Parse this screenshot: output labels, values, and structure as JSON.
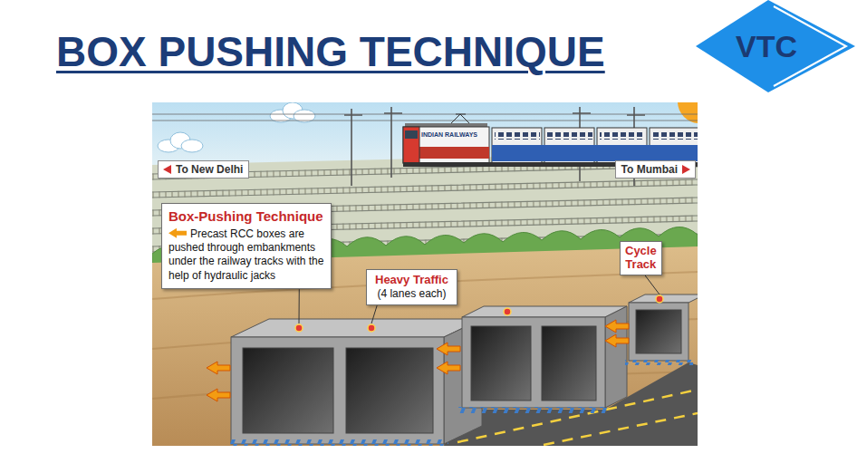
{
  "diagram": {
    "title": "BOX PUSHING TECHNIQUE",
    "nodes": [
      {
        "text": [
          "VTC"
        ]
      },
      {
        "text": [
          "To New Delhi"
        ]
      },
      {
        "text": [
          "To Mumbai"
        ]
      },
      {
        "text": [
          "Box-Pushing Technique",
          "Precast RCC boxes are pushed through embankments under the railway tracks with the help of hydraulic jacks"
        ]
      },
      {
        "text": [
          "Heavy Traffic",
          "(4 lanes each)"
        ]
      },
      {
        "text": [
          "Cycle Track"
        ]
      }
    ],
    "labels": [
      "INDIAN RAILWAYS"
    ]
  }
}
